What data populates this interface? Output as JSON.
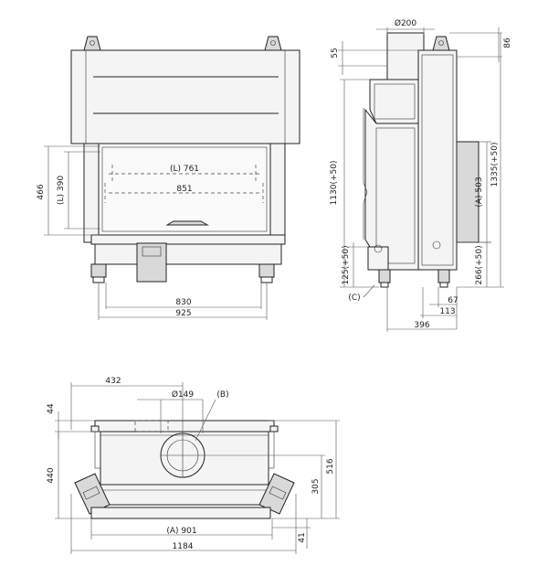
{
  "dimensions": {
    "front": {
      "height_466": "466",
      "height_L390": "(L) 390",
      "width_L761": "(L) 761",
      "width_851": "851",
      "width_830": "830",
      "width_925": "925"
    },
    "side": {
      "dia_200": "Ø200",
      "top_55": "55",
      "top_86": "86",
      "h_1130": "1130(+50)",
      "h_1335": "1335(+50)",
      "h_A503": "(A) 503",
      "h_125": "125(+50)",
      "h_266": "266(+50)",
      "w_67": "67",
      "w_113": "113",
      "w_396": "396",
      "label_C": "(C)"
    },
    "top": {
      "w_432": "432",
      "dia_149": "Ø149",
      "label_B": "(B)",
      "h_44": "44",
      "h_440": "440",
      "h_305": "305",
      "h_516": "516",
      "h_41": "41",
      "w_A901": "(A) 901",
      "w_1184": "1184"
    }
  }
}
